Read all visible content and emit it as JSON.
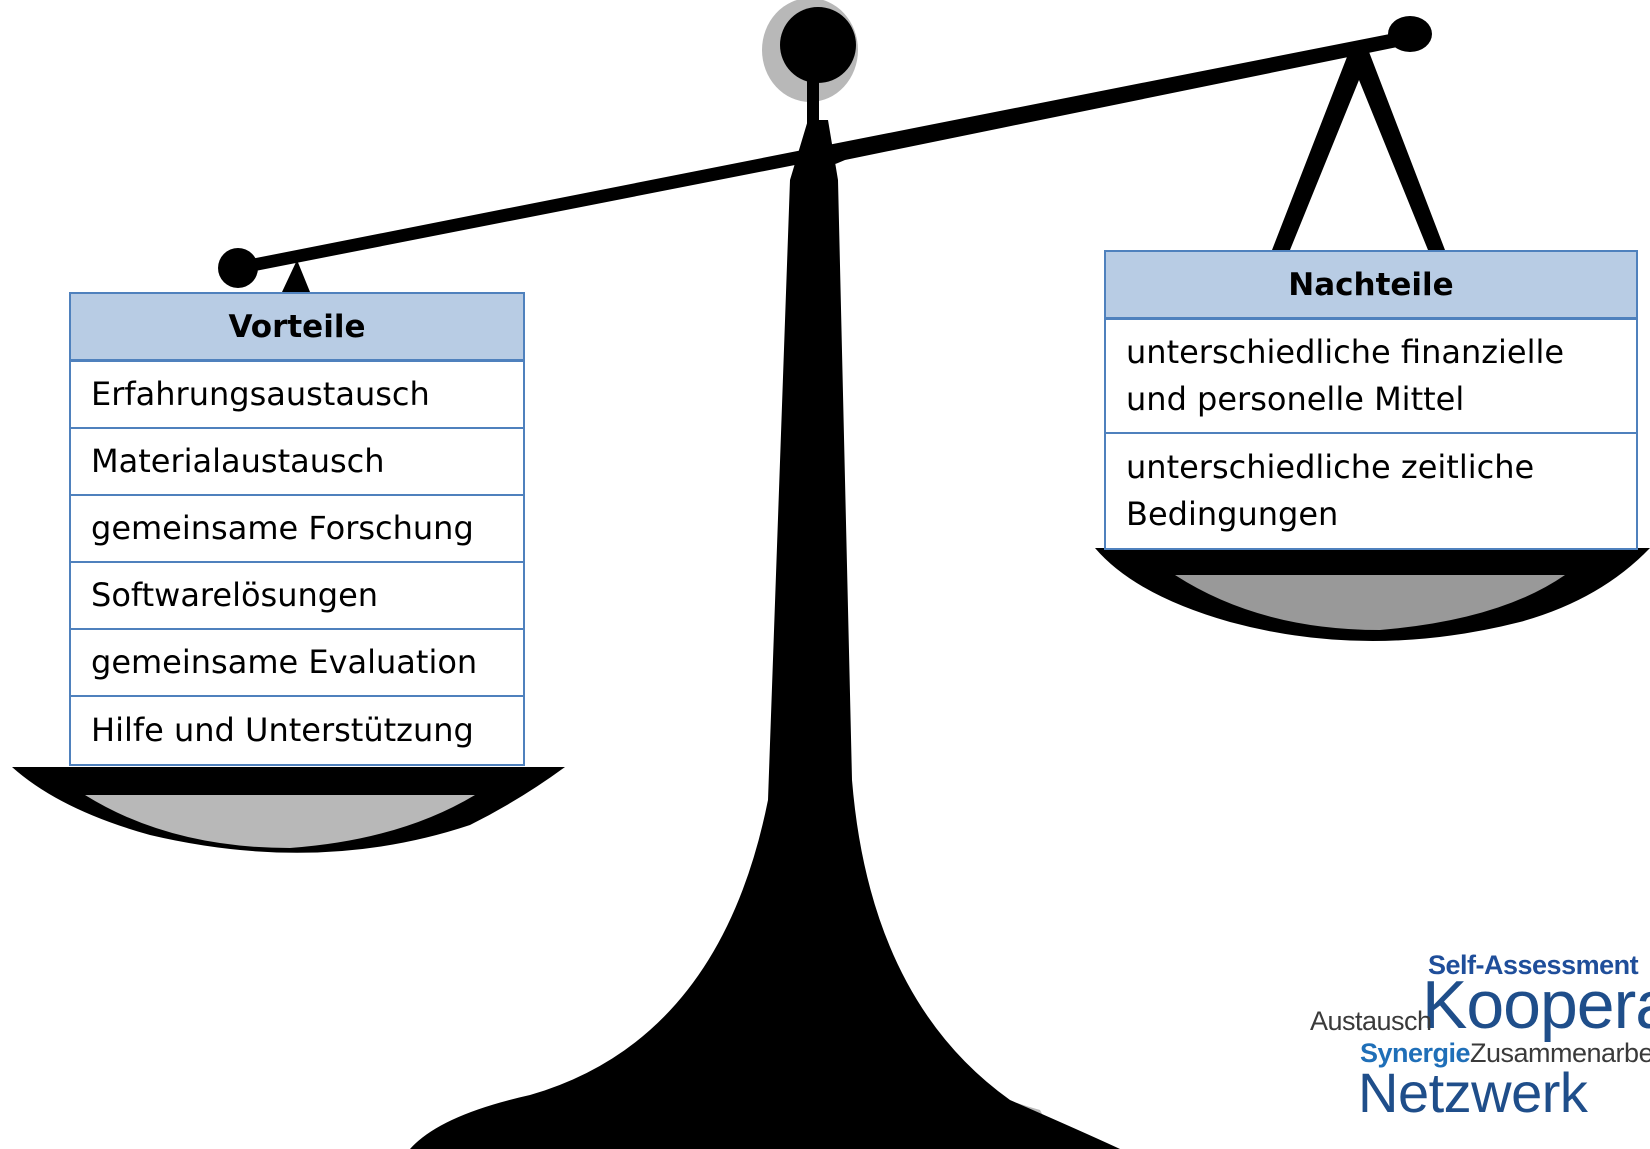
{
  "pros": {
    "title": "Vorteile",
    "items": [
      "Erfahrungsaustausch",
      "Materialaustausch",
      "gemeinsame Forschung",
      "Softwarelösungen",
      "gemeinsame Evaluation",
      "Hilfe und Unterstützung"
    ]
  },
  "cons": {
    "title": "Nachteile",
    "items": [
      "unterschiedliche finanzielle und personelle  Mittel",
      "unterschiedliche zeitliche Bedingungen"
    ]
  },
  "logo": {
    "self_assessment": "Self-Assessment",
    "austausch": "Austausch",
    "koopera": "Koopera",
    "synergie": "Synergie",
    "zusammenarbe": "Zusammenarbe",
    "netzwerk": "Netzwerk"
  },
  "colors": {
    "table_border": "#4f81bd",
    "table_header": "#b8cce4",
    "scale_black": "#000000",
    "scale_shadow": "#b8b8b8"
  }
}
